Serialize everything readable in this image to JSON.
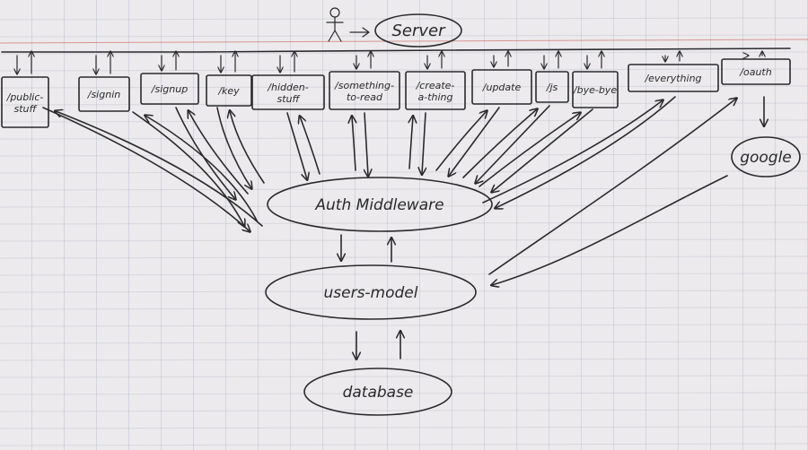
{
  "server": {
    "label": "Server"
  },
  "routes": [
    "/public-stuff",
    "/signin",
    "/signup",
    "/key",
    "/hidden-stuff",
    "/something-to-read",
    "/create-a-thing",
    "/update",
    "/js",
    "/bye-bye",
    "/everything",
    "/oauth"
  ],
  "nodes": {
    "auth": "Auth Middleware",
    "users": "users-model",
    "database": "database",
    "google": "google"
  },
  "colors": {
    "ink": "#2a2a2c",
    "paper": "#eceaec",
    "red_rule": "#c8504a"
  }
}
